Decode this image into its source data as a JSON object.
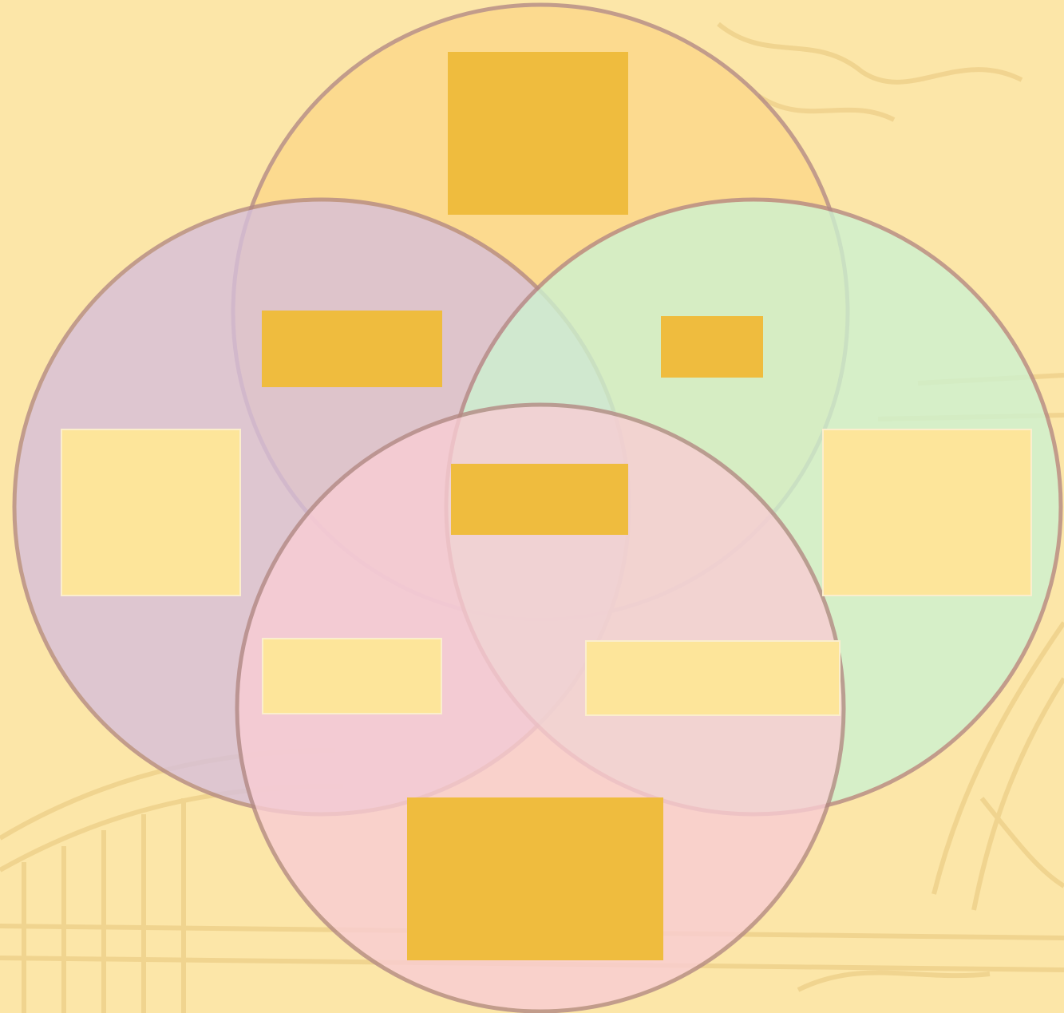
{
  "colors": {
    "background": "#fce6a8",
    "circle_top": "#fdd88a",
    "circle_left": "#d7bfdb",
    "circle_right": "#cdf2d0",
    "circle_bottom": "#f9cdd4",
    "circle_center": "#e0b8c8",
    "circle_stroke": "#b48a84",
    "box_gold": "#efbc3e",
    "box_cream": "#fde59a"
  },
  "circles": [
    {
      "id": "top",
      "fill_key": "circle_top"
    },
    {
      "id": "left",
      "fill_key": "circle_left"
    },
    {
      "id": "right",
      "fill_key": "circle_right"
    },
    {
      "id": "bottom",
      "fill_key": "circle_bottom"
    },
    {
      "id": "center",
      "fill_key": "circle_center"
    }
  ],
  "labels": {
    "top": "",
    "top_left": "",
    "top_right": "",
    "center": "",
    "left": "",
    "right": "",
    "bottom_left": "",
    "bottom_right": "",
    "bottom": ""
  }
}
